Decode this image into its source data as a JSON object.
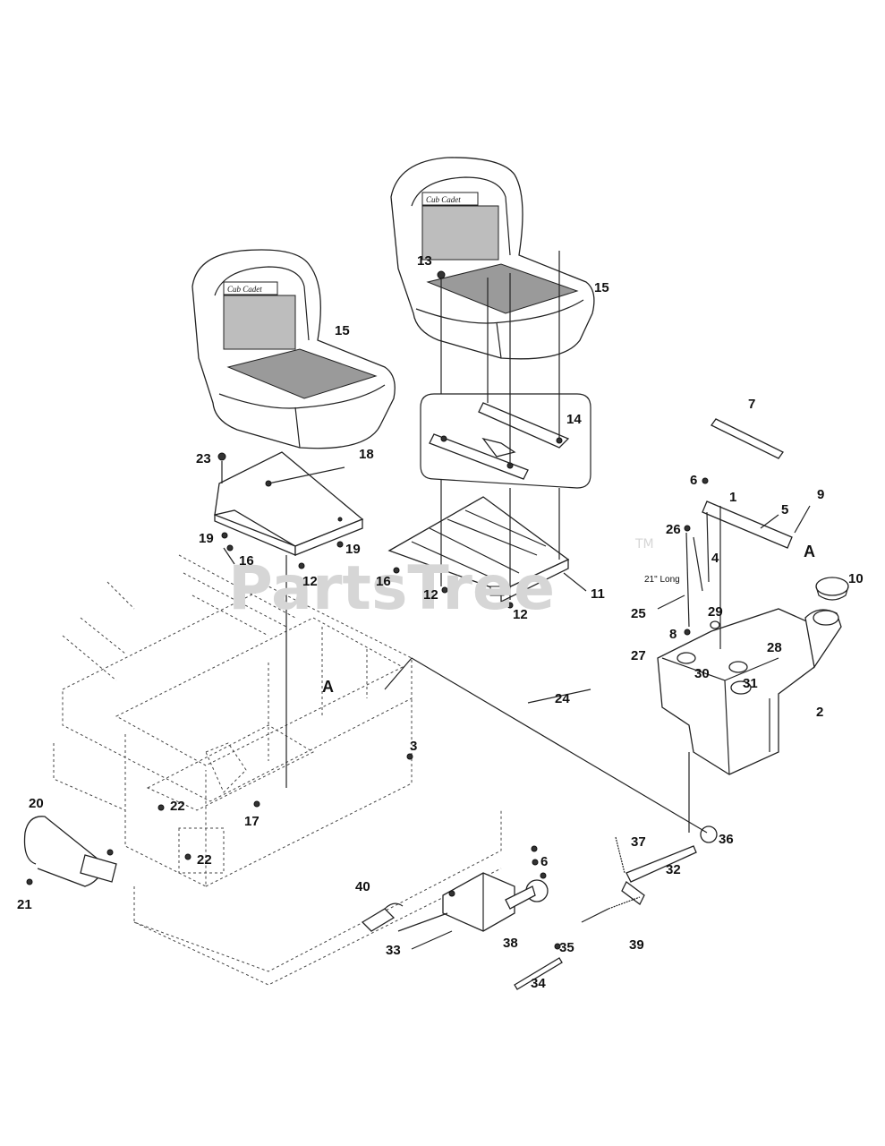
{
  "watermark": {
    "text": "PartsTree",
    "trademark": "TM"
  },
  "note": "21\" Long",
  "callouts": [
    {
      "id": "c1",
      "text": "1"
    },
    {
      "id": "c2",
      "text": "2"
    },
    {
      "id": "c3",
      "text": "3"
    },
    {
      "id": "c4",
      "text": "4"
    },
    {
      "id": "c5",
      "text": "5"
    },
    {
      "id": "c6a",
      "text": "6"
    },
    {
      "id": "c6b",
      "text": "6"
    },
    {
      "id": "c7",
      "text": "7"
    },
    {
      "id": "c8",
      "text": "8"
    },
    {
      "id": "c9",
      "text": "9"
    },
    {
      "id": "c10",
      "text": "10"
    },
    {
      "id": "c11",
      "text": "11"
    },
    {
      "id": "c12a",
      "text": "12"
    },
    {
      "id": "c12b",
      "text": "12"
    },
    {
      "id": "c12c",
      "text": "12"
    },
    {
      "id": "c13",
      "text": "13"
    },
    {
      "id": "c14",
      "text": "14"
    },
    {
      "id": "c15a",
      "text": "15"
    },
    {
      "id": "c15b",
      "text": "15"
    },
    {
      "id": "c16a",
      "text": "16"
    },
    {
      "id": "c16b",
      "text": "16"
    },
    {
      "id": "c17",
      "text": "17"
    },
    {
      "id": "c18",
      "text": "18"
    },
    {
      "id": "c19a",
      "text": "19"
    },
    {
      "id": "c19b",
      "text": "19"
    },
    {
      "id": "c20",
      "text": "20"
    },
    {
      "id": "c21",
      "text": "21"
    },
    {
      "id": "c22a",
      "text": "22"
    },
    {
      "id": "c22b",
      "text": "22"
    },
    {
      "id": "c23",
      "text": "23"
    },
    {
      "id": "c24",
      "text": "24"
    },
    {
      "id": "c25",
      "text": "25"
    },
    {
      "id": "c26",
      "text": "26"
    },
    {
      "id": "c27",
      "text": "27"
    },
    {
      "id": "c28",
      "text": "28"
    },
    {
      "id": "c29",
      "text": "29"
    },
    {
      "id": "c30",
      "text": "30"
    },
    {
      "id": "c31",
      "text": "31"
    },
    {
      "id": "c32",
      "text": "32"
    },
    {
      "id": "c33",
      "text": "33"
    },
    {
      "id": "c34",
      "text": "34"
    },
    {
      "id": "c35",
      "text": "35"
    },
    {
      "id": "c36",
      "text": "36"
    },
    {
      "id": "c37",
      "text": "37"
    },
    {
      "id": "c38",
      "text": "38"
    },
    {
      "id": "c39",
      "text": "39"
    },
    {
      "id": "c40",
      "text": "40"
    }
  ],
  "ref_marks": [
    {
      "id": "refA1",
      "text": "A"
    },
    {
      "id": "refA2",
      "text": "A"
    }
  ],
  "seat_logo": "Cub Cadet"
}
